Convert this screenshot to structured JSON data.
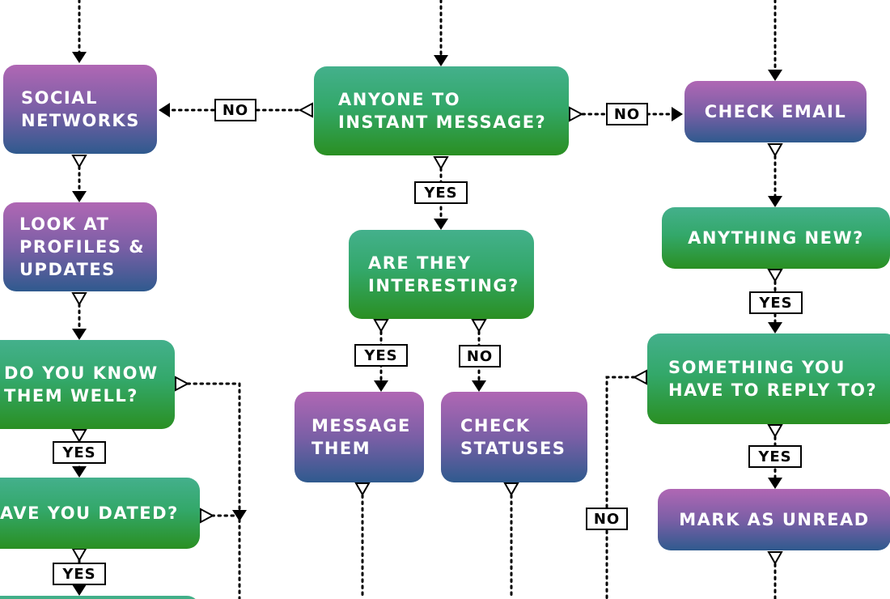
{
  "colors": {
    "decision_box": "#33a86a",
    "action_box": "#7b5fa6",
    "connector": "#000000"
  },
  "nodes": {
    "social_networks": "SOCIAL\nNETWORKS",
    "anyone_to_im": "ANYONE TO\nINSTANT MESSAGE?",
    "check_email": "CHECK EMAIL",
    "look_at_profiles": "LOOK AT\nPROFILES &\nUPDATES",
    "are_they_interesting": "ARE THEY\nINTERESTING?",
    "anything_new": "ANYTHING NEW?",
    "do_you_know_them": "DO YOU KNOW\nTHEM WELL?",
    "message_them": "MESSAGE\nTHEM",
    "check_statuses": "CHECK\nSTATUSES",
    "something_to_reply": "SOMETHING YOU\nHAVE TO REPLY TO?",
    "have_you_dated": "AVE YOU DATED?",
    "mark_as_unread": "MARK AS UNREAD"
  },
  "labels": {
    "no_im_left": "NO",
    "no_im_right": "NO",
    "yes_im": "YES",
    "yes_interesting": "YES",
    "no_interesting": "NO",
    "yes_anything_new": "YES",
    "yes_reply": "YES",
    "no_reply": "NO",
    "yes_know_well": "YES",
    "yes_dated": "YES"
  }
}
